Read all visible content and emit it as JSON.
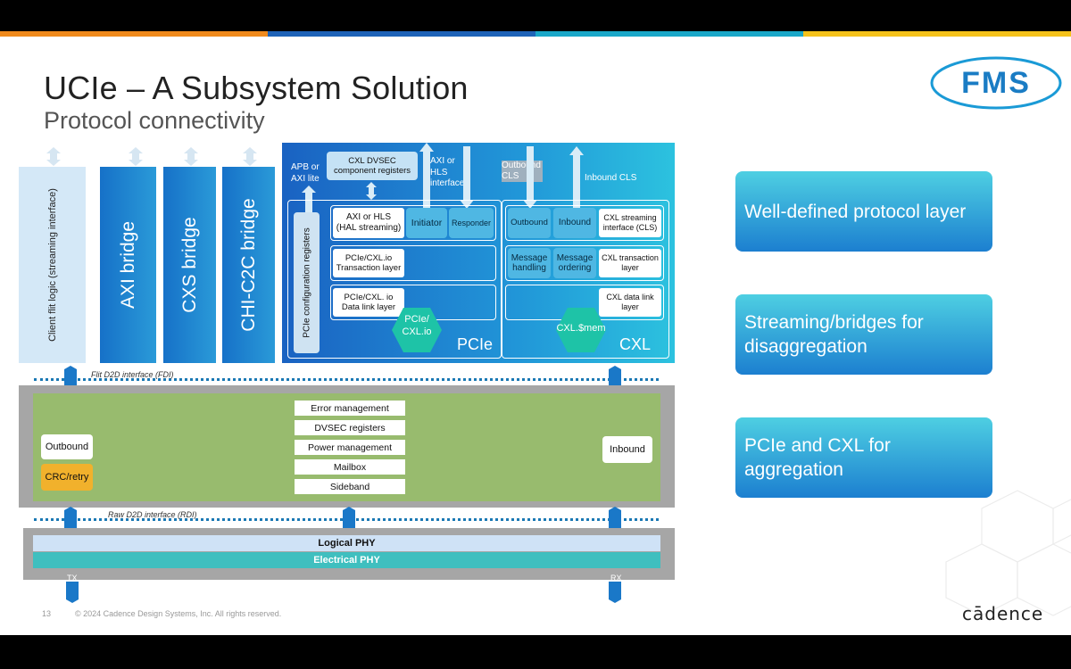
{
  "slide": {
    "title": "UCIe – A Subsystem Solution",
    "subtitle": "Protocol connectivity",
    "page_number": "13",
    "copyright": "© 2024 Cadence Design Systems, Inc. All rights reserved.",
    "brand": "cādence",
    "logo_text": "FMS",
    "accent_colors": [
      "#f08a1c",
      "#c8a21b",
      "#1e63b8",
      "#19a7c8",
      "#f5c21b"
    ]
  },
  "diagram": {
    "columns": {
      "client": "Client flit logic (streaming interface)",
      "axi": "AXI bridge",
      "cxs": "CXS bridge",
      "chi": "CHI-C2C bridge"
    },
    "top_labels": {
      "apb": "APB or\nAXI lite",
      "cxl_dvsec": "CXL DVSEC\ncomponent registers",
      "axi_hls": "AXI or\nHLS\ninterface",
      "outbound_cls": "Outbound\nCLS",
      "inbound_cls": "Inbound CLS"
    },
    "pcie_config": "PCIe configuration registers",
    "pcie": {
      "axi_hls_box": "AXI or HLS\n(HAL streaming)",
      "initiator": "Initiator",
      "responder": "Responder",
      "transaction": "PCIe/CXL.io\nTransaction layer",
      "data_link": "PCIe/CXL. io\nData link layer",
      "hex": "PCIe/\nCXL.io",
      "label": "PCIe"
    },
    "cxl": {
      "outbound": "Outbound",
      "inbound": "Inbound",
      "streaming": "CXL streaming\ninterface (CLS)",
      "msg_handling": "Message\nhandling",
      "msg_ordering": "Message\nordering",
      "transaction": "CXL transaction\nlayer",
      "data_link": "CXL data link\nlayer",
      "hex": "CXL.$mem",
      "label": "CXL"
    },
    "fdi": "Flit D2D interface (FDI)",
    "rdi": "Raw D2D interface (RDI)",
    "d2d": {
      "outbound": "Outbound",
      "crc": "CRC/retry",
      "inbound": "Inbound",
      "items": [
        "Error management",
        "DVSEC registers",
        "Power management",
        "Mailbox",
        "Sideband"
      ]
    },
    "phy": {
      "logical": "Logical PHY",
      "electrical": "Electrical PHY",
      "tx": "TX",
      "rx": "RX"
    }
  },
  "cards": [
    "Well-defined protocol layer",
    "Streaming/bridges for disaggregation",
    "PCIe and CXL for aggregation"
  ]
}
